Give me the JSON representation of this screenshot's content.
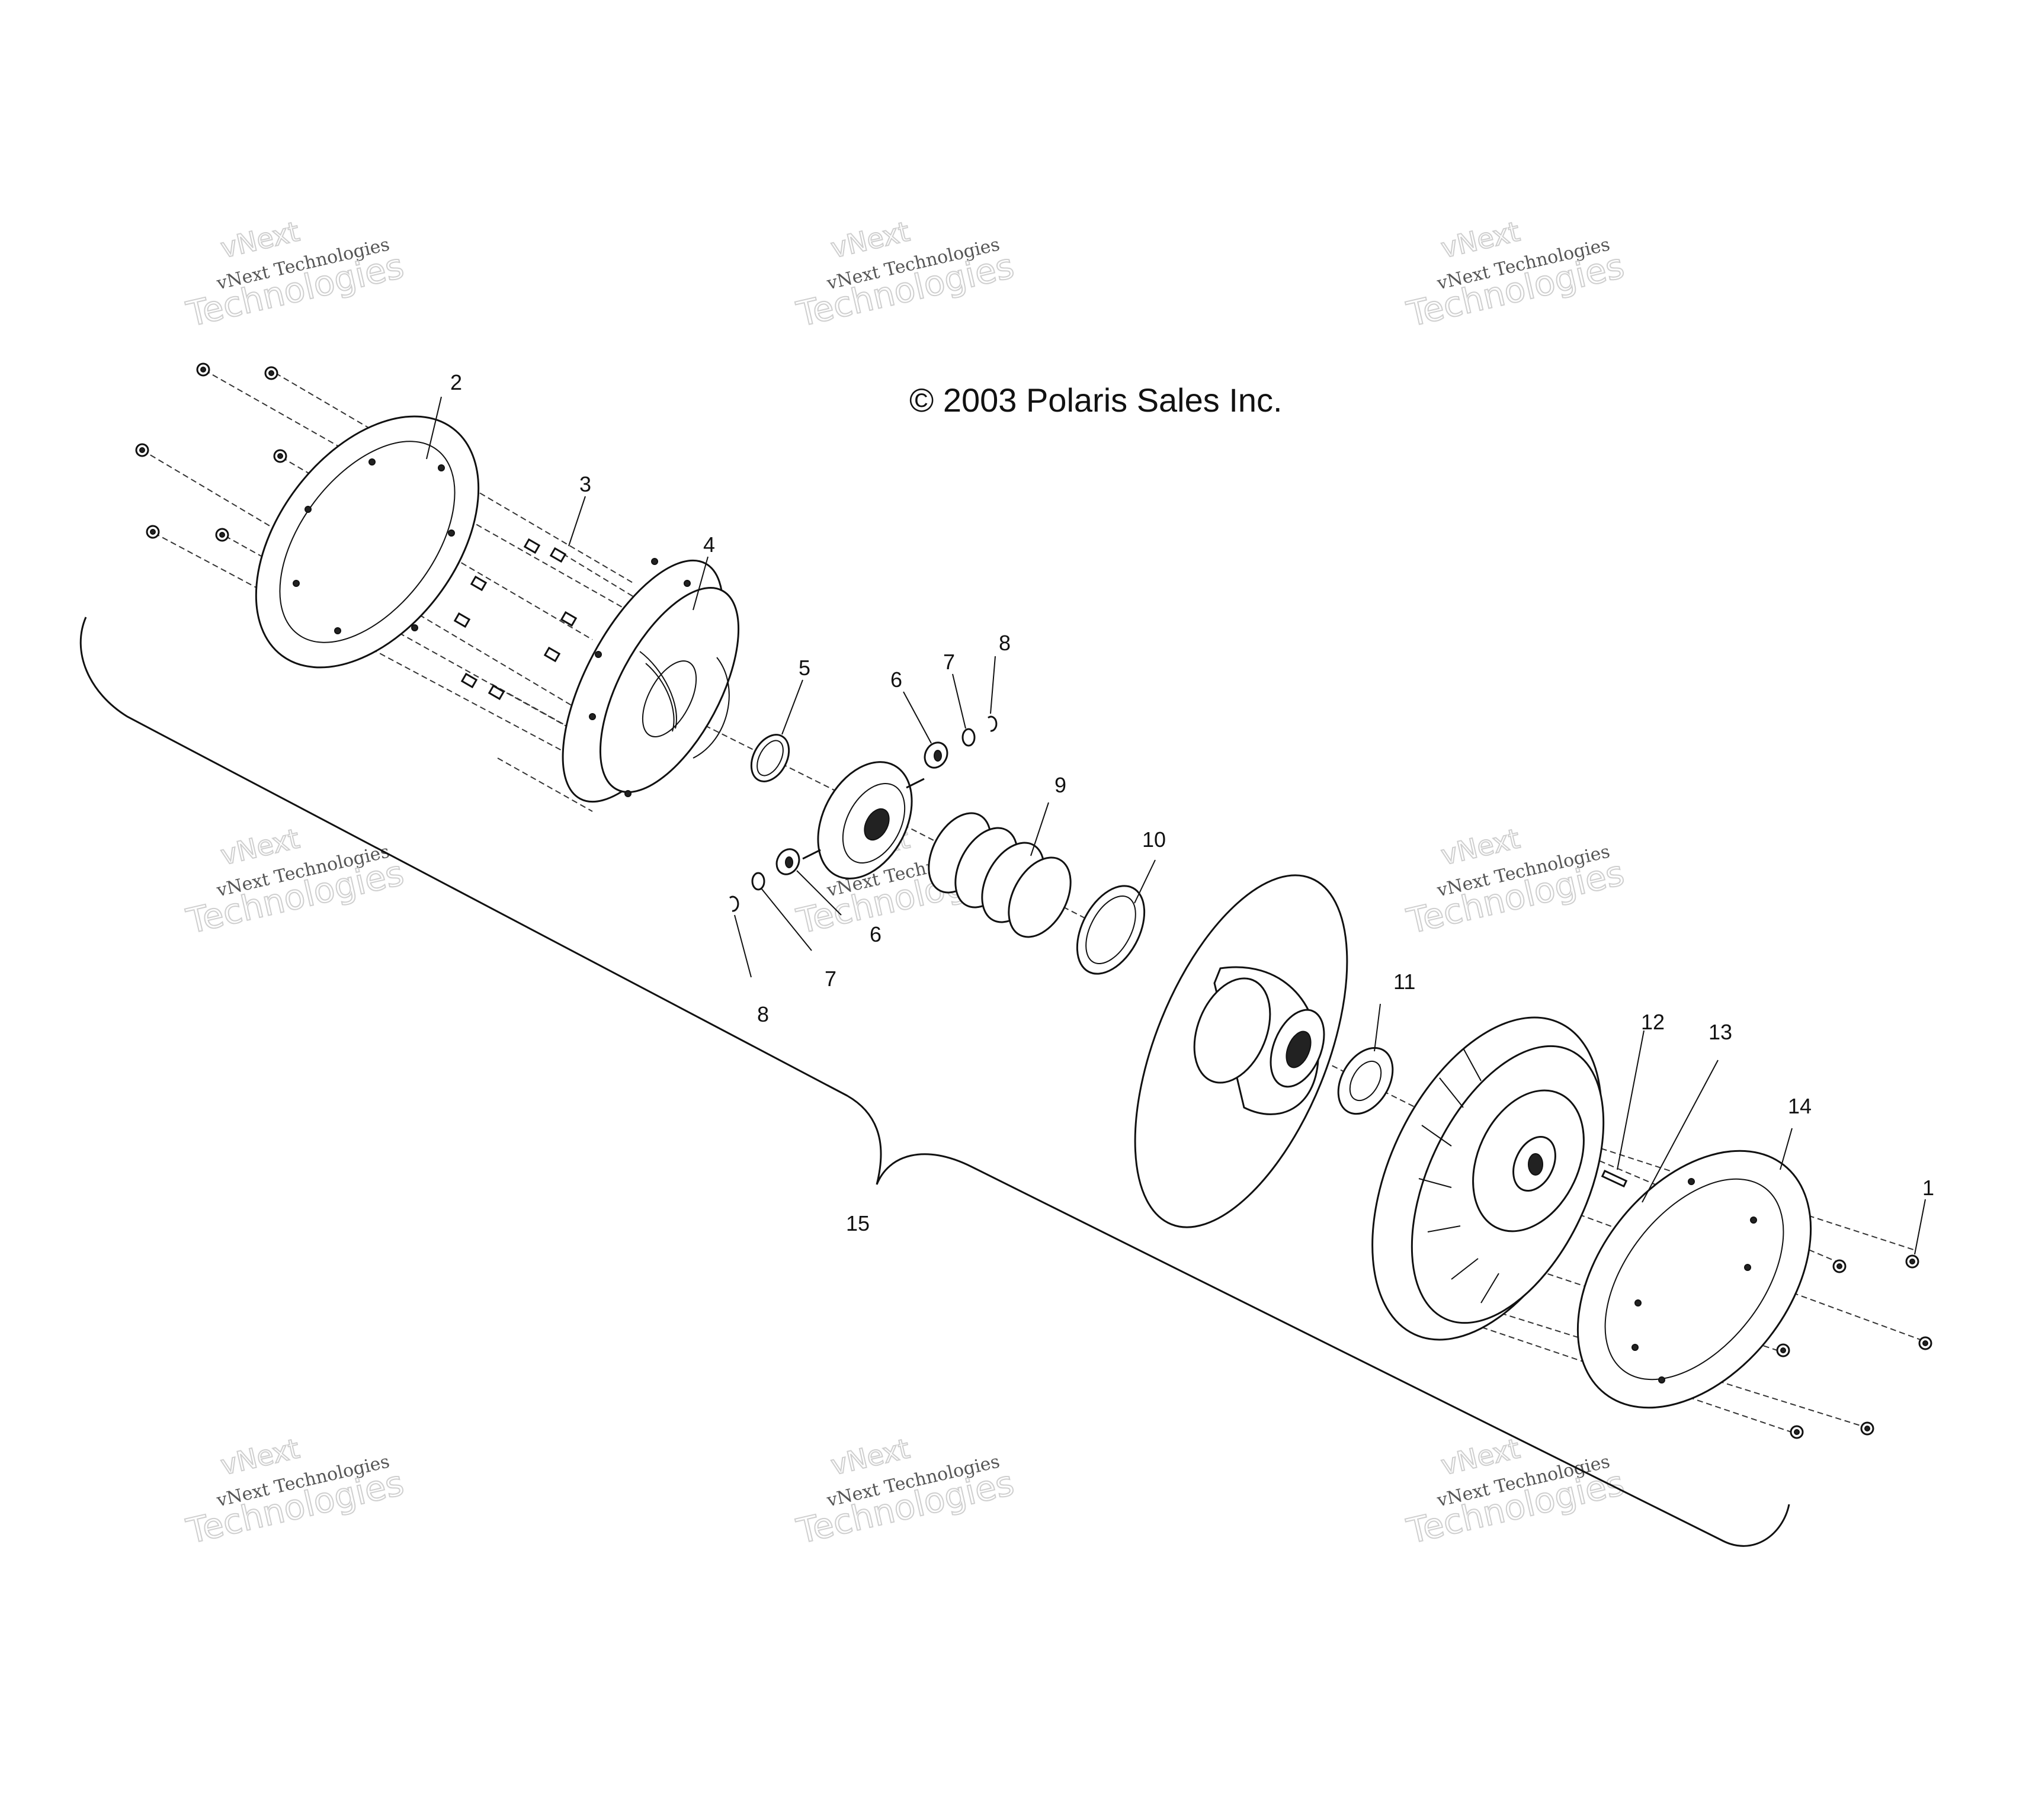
{
  "copyright": "© 2003 Polaris Sales Inc.",
  "watermark": {
    "line1": "vNext Technologies",
    "line2": "Technologies",
    "line0": "vNext"
  },
  "callouts": [
    "1",
    "2",
    "3",
    "4",
    "5",
    "6",
    "6",
    "7",
    "7",
    "8",
    "8",
    "9",
    "10",
    "11",
    "12",
    "13",
    "14",
    "15"
  ]
}
